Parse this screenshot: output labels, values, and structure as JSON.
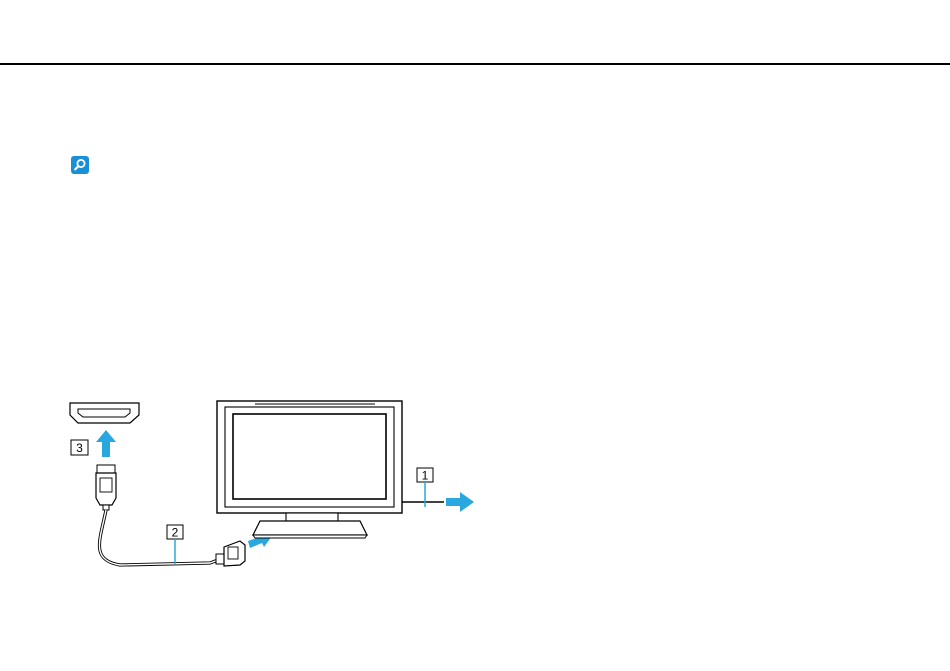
{
  "page": {
    "icon": "magnifier-icon",
    "accent_color": "#1a8fd8"
  },
  "figure": {
    "callouts": [
      {
        "label": "1"
      },
      {
        "label": "2"
      },
      {
        "label": "3"
      }
    ],
    "arrow_color": "#29a8e0",
    "cable_accent_color": "#29a8e0"
  }
}
